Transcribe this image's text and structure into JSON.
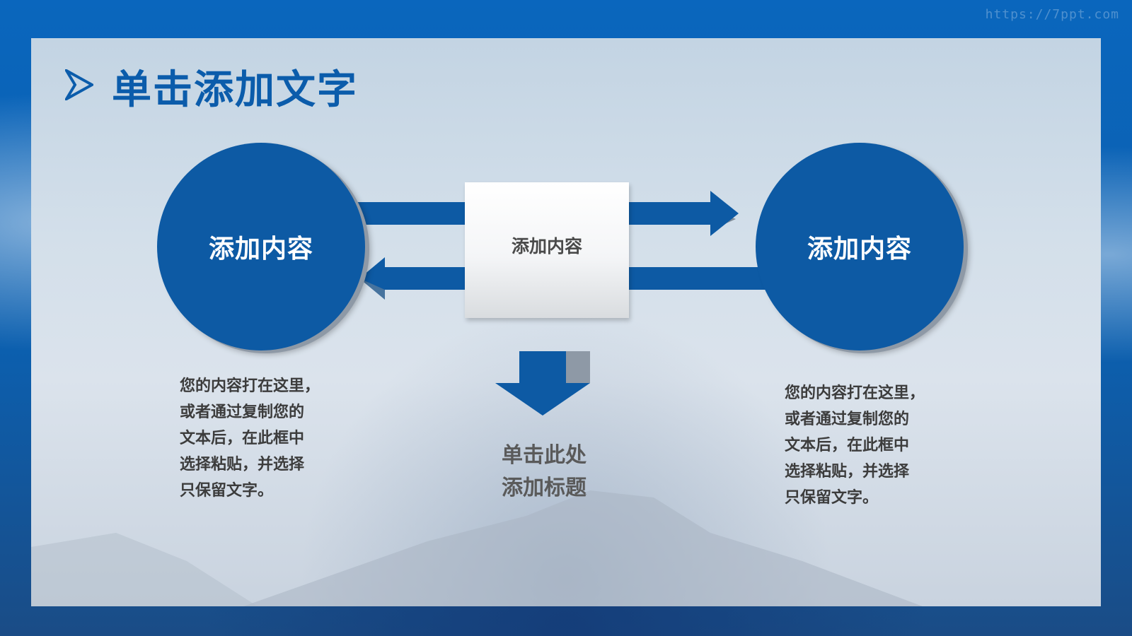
{
  "slide": {
    "title": "单击添加文字",
    "watermark": "https://7ppt.com"
  },
  "diagram": {
    "left_circle": {
      "label": "添加内容"
    },
    "center_box": {
      "label": "添加内容"
    },
    "right_circle": {
      "label": "添加内容"
    },
    "left_description": "您的内容打在这里，\n或者通过复制您的\n文本后，在此框中\n选择粘贴，并选择\n只保留文字。",
    "right_description": "您的内容打在这里，\n或者通过复制您的\n文本后，在此框中\n选择粘贴，并选择\n只保留文字。",
    "bottom_title": "单击此处\n添加标题"
  },
  "colors": {
    "primary_blue": "#0d5aa4",
    "title_blue": "#0b5cab",
    "frame_blue": "#0a63b8",
    "text_gray": "#3c3c3c"
  },
  "icons": {
    "title_marker": "arrowhead-right-icon"
  }
}
